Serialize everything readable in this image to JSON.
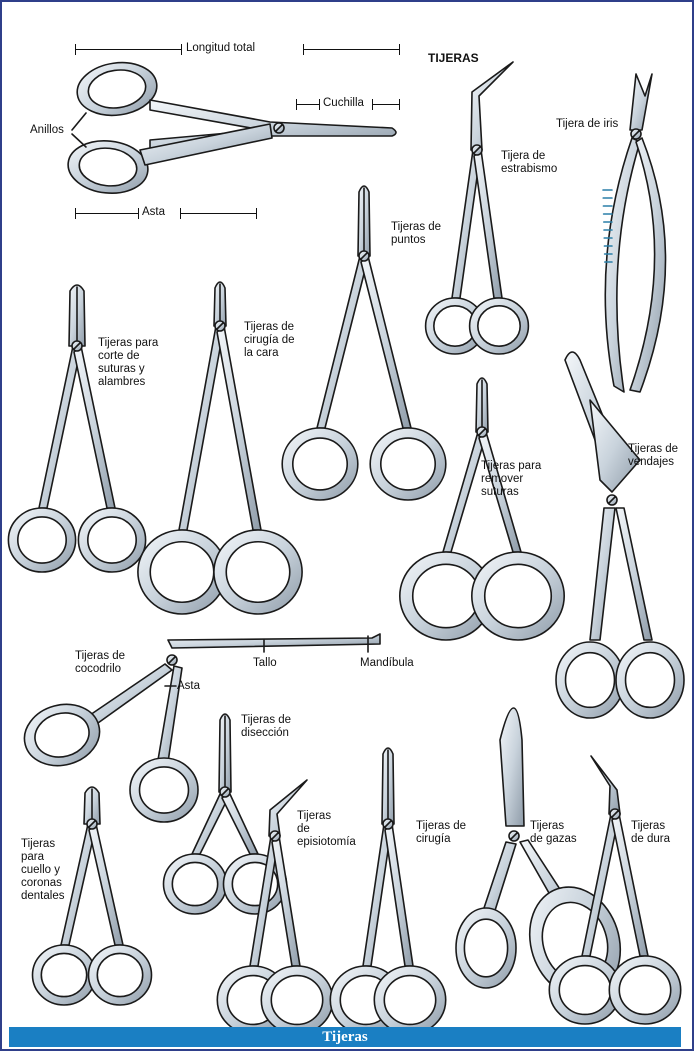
{
  "figure": {
    "caption": "Tijeras",
    "heading": "TIJERAS",
    "colors": {
      "frame": "#2f3f8a",
      "caption_bar": "#1a7fc3",
      "caption_text": "#ffffff",
      "metal": "#c9d3dc",
      "outline": "#1a1a1a",
      "serration": "#2a7fa8"
    }
  },
  "parts": {
    "total_length": "Longitud total",
    "rings": "Anillos",
    "blade": "Cuchilla",
    "shaft": "Asta"
  },
  "instruments": [
    {
      "id": "iris",
      "label": "Tijera de iris"
    },
    {
      "id": "strabismus",
      "label": "Tijera de\nestrabismo"
    },
    {
      "id": "stitch",
      "label": "Tijeras de\npuntos"
    },
    {
      "id": "suture_wire",
      "label": "Tijeras para\ncorte de\nsuturas y\nalambres"
    },
    {
      "id": "facial",
      "label": "Tijeras de\ncirugía de\nla cara"
    },
    {
      "id": "suture_removal",
      "label": "Tijeras para\nremover\nsuturas"
    },
    {
      "id": "bandage",
      "label": "Tijeras de\nvendajes"
    },
    {
      "id": "alligator",
      "label": "Tijeras de\ncocodrilo",
      "parts": {
        "shaft": "Tallo",
        "jaw": "Mandíbula",
        "handle": "Asta"
      }
    },
    {
      "id": "dissection",
      "label": "Tijeras de\ndisección"
    },
    {
      "id": "episiotomy",
      "label": "Tijeras\nde\nepisiotomía"
    },
    {
      "id": "surgical",
      "label": "Tijeras de\ncirugía"
    },
    {
      "id": "gauze",
      "label": "Tijeras\nde gazas"
    },
    {
      "id": "dura",
      "label": "Tijeras\nde dura"
    },
    {
      "id": "crown",
      "label": "Tijeras\npara\ncuello y\ncoronas\ndentales"
    }
  ]
}
